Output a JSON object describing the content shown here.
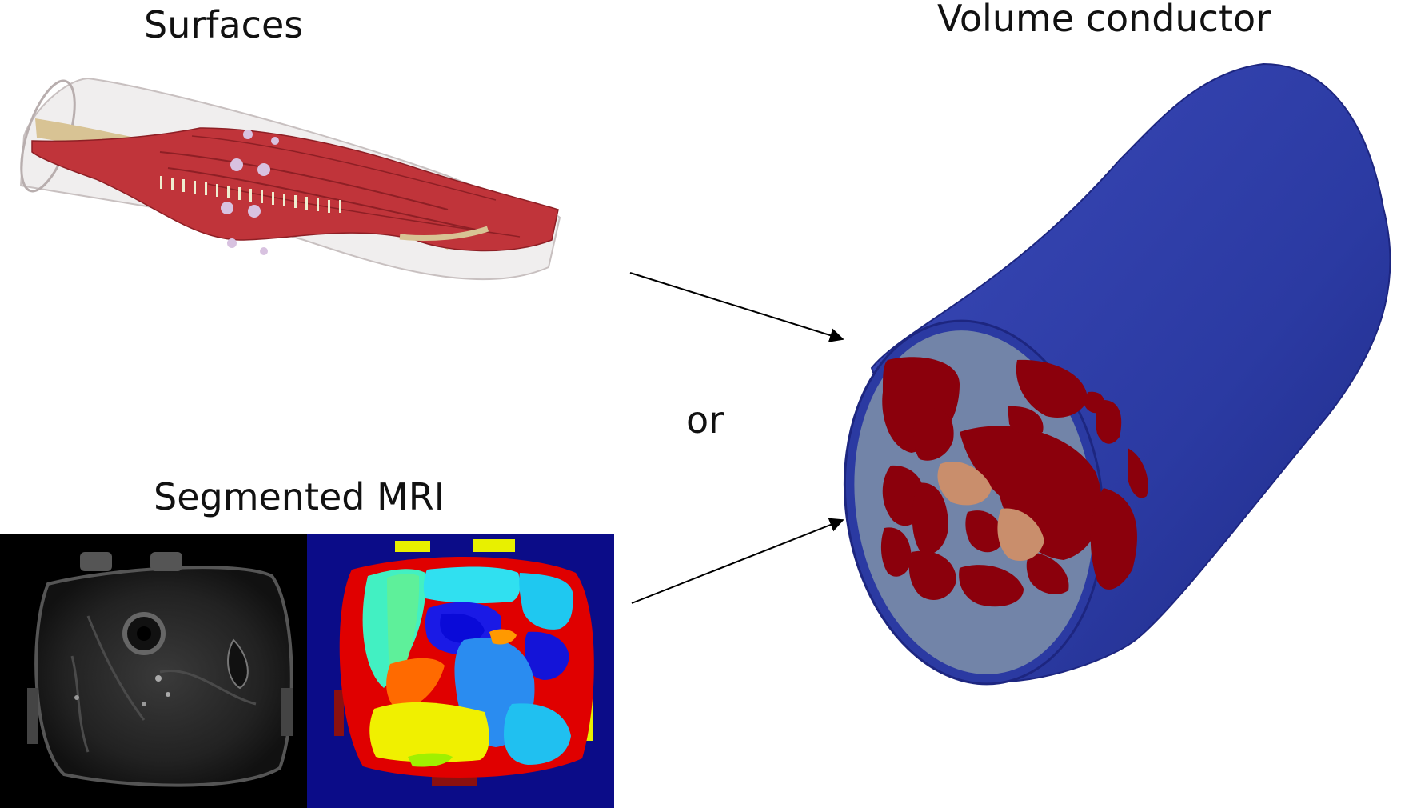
{
  "labels": {
    "surfaces": "Surfaces",
    "segmented_mri": "Segmented MRI",
    "volume_conductor": "Volume conductor",
    "or": "or"
  },
  "colors": {
    "muscle": "#8b000c",
    "bone": "#c98e6c",
    "fat": "#7284a8",
    "skin": "#2f3a9e",
    "mri_background": "#0b0c88",
    "arm_muscle": "#c0343a",
    "arm_bone": "#d8c394",
    "electrode": "#d8c2e0"
  },
  "icons": {
    "arrows": "arrow-icon"
  }
}
